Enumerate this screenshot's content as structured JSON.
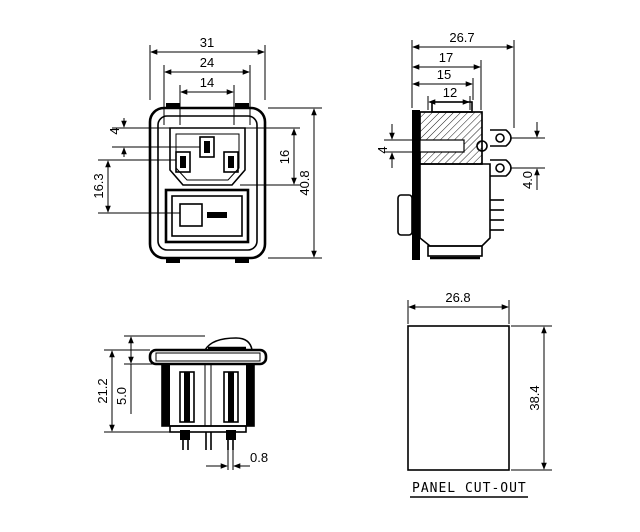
{
  "dimensions": {
    "front_width_outer": "31",
    "front_width_mid": "24",
    "front_width_inner": "14",
    "front_top_offset": "4",
    "front_pin_height": "16",
    "front_side_height": "16.3",
    "front_total_height": "40.8",
    "side_depth_total": "26.7",
    "side_depth_17": "17",
    "side_depth_15": "15",
    "side_depth_12": "12",
    "side_small_4": "4",
    "side_terminal_4_0": "4.0",
    "bottom_height_21_2": "21.2",
    "bottom_height_5_0": "5.0",
    "bottom_pin_0_8": "0.8",
    "cutout_width": "26.8",
    "cutout_height": "38.4"
  },
  "labels": {
    "panel_cutout": "PANEL CUT-OUT"
  }
}
